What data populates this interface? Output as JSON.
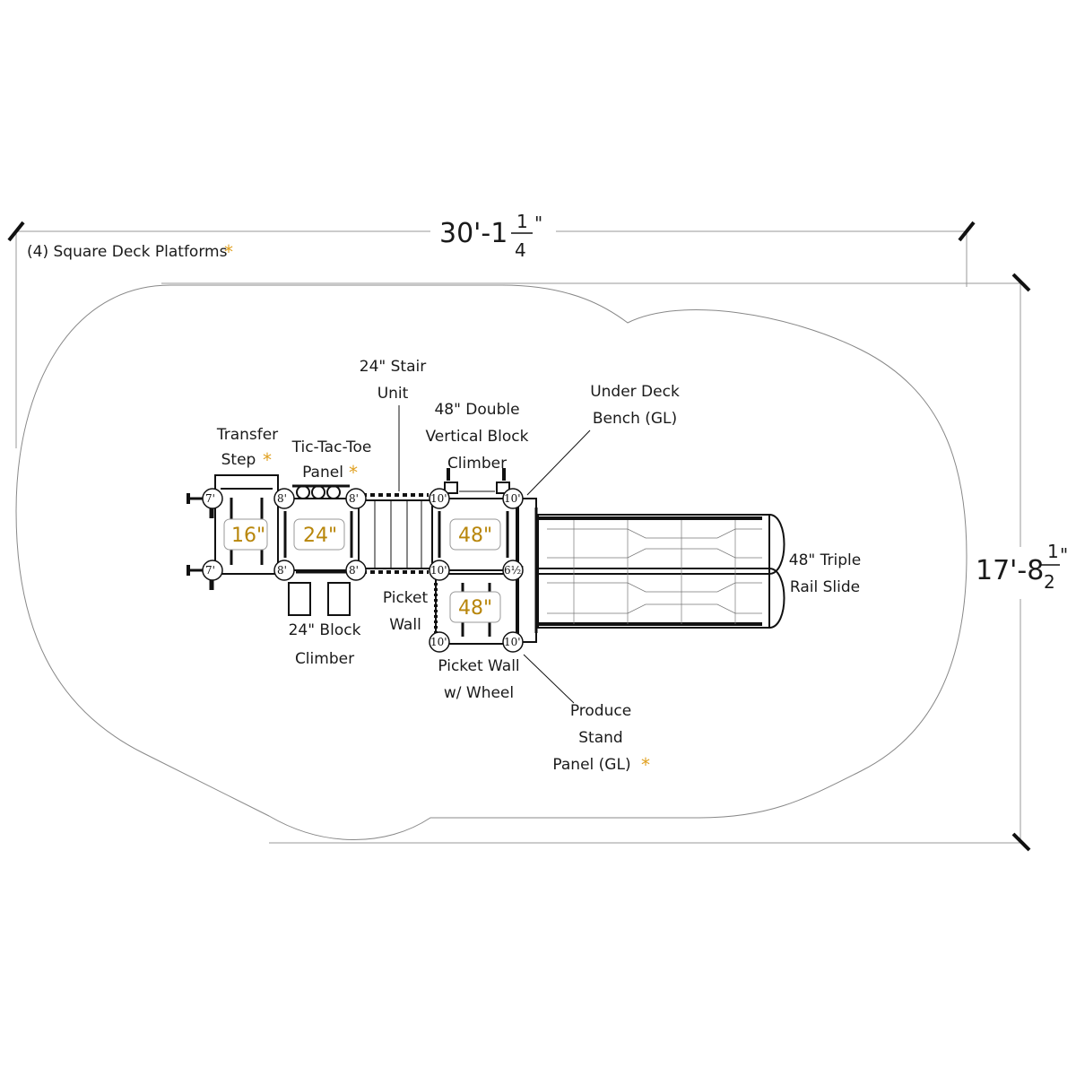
{
  "dimensions": {
    "width_main": "30'-1",
    "width_num": "1",
    "width_den": "4",
    "width_unit": "\"",
    "depth_main": "17'-8",
    "depth_num": "1",
    "depth_den": "2",
    "depth_unit": "\""
  },
  "note": {
    "text": "(4) Square Deck Platforms",
    "star": "*"
  },
  "decks": [
    {
      "label": "16\""
    },
    {
      "label": "24\""
    },
    {
      "label": "48\""
    },
    {
      "label": "48\""
    }
  ],
  "posts": [
    "7'",
    "7'",
    "8'",
    "8'",
    "8'",
    "8'",
    "10'",
    "10'",
    "10'",
    "6½'",
    "10'",
    "10'"
  ],
  "components": {
    "transfer_step": {
      "line1": "Transfer",
      "line2": "Step",
      "star": "*"
    },
    "tic_tac_toe": {
      "line1": "Tic-Tac-Toe",
      "line2": "Panel",
      "star": "*"
    },
    "stair_unit": {
      "line1": "24\" Stair",
      "line2": "Unit"
    },
    "block_climber_48": {
      "line1": "48\" Double",
      "line2": "Vertical Block",
      "line3": "Climber"
    },
    "under_deck_bench": {
      "line1": "Under Deck",
      "line2": "Bench (GL)"
    },
    "triple_rail_slide": {
      "line1": "48\" Triple",
      "line2": "Rail Slide"
    },
    "block_climber_24": {
      "line1": "24\" Block",
      "line2": "Climber"
    },
    "picket_wall": {
      "line1": "Picket",
      "line2": "Wall"
    },
    "picket_wall_wheel": {
      "line1": "Picket Wall",
      "line2": "w/ Wheel"
    },
    "produce_stand": {
      "line1": "Produce",
      "line2": "Stand",
      "line3": "Panel (GL)",
      "star": "*"
    }
  },
  "colors": {
    "line": "#1a1a1a",
    "deck_label": "#b8860b",
    "star": "#e0a020"
  }
}
